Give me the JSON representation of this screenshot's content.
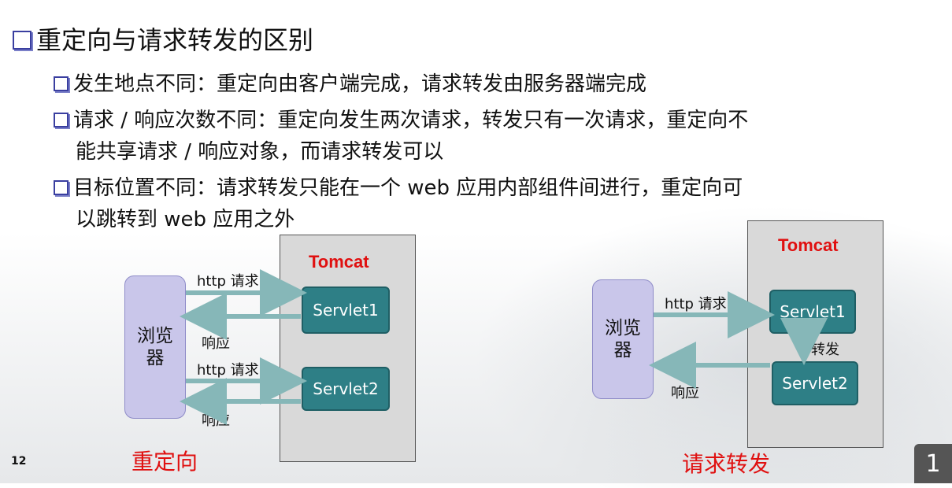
{
  "title": "重定向与请求转发的区别",
  "bullets": [
    "发生地点不同：重定向由客户端完成，请求转发由服务器端完成",
    "请求 / 响应次数不同：重定向发生两次请求，转发只有一次请求，重定向不",
    "能共享请求 / 响应对象，而请求转发可以",
    "目标位置不同：请求转发只能在一个 web 应用内部组件间进行，重定向可",
    "以跳转到 web 应用之外"
  ],
  "diagram_left": {
    "tomcat": "Tomcat",
    "browser": "浏览\n器",
    "servlet1": "Servlet1",
    "servlet2": "Servlet2",
    "req1": "http 请求",
    "resp1": "响应",
    "req2": "http 请求",
    "resp2": "响应",
    "caption": "重定向"
  },
  "diagram_right": {
    "tomcat": "Tomcat",
    "browser": "浏览\n器",
    "servlet1": "Servlet1",
    "servlet2": "Servlet2",
    "req": "http 请求",
    "forward": "转发",
    "resp": "响应",
    "caption": "请求转发"
  },
  "page_number": "12",
  "slide_badge": "1"
}
